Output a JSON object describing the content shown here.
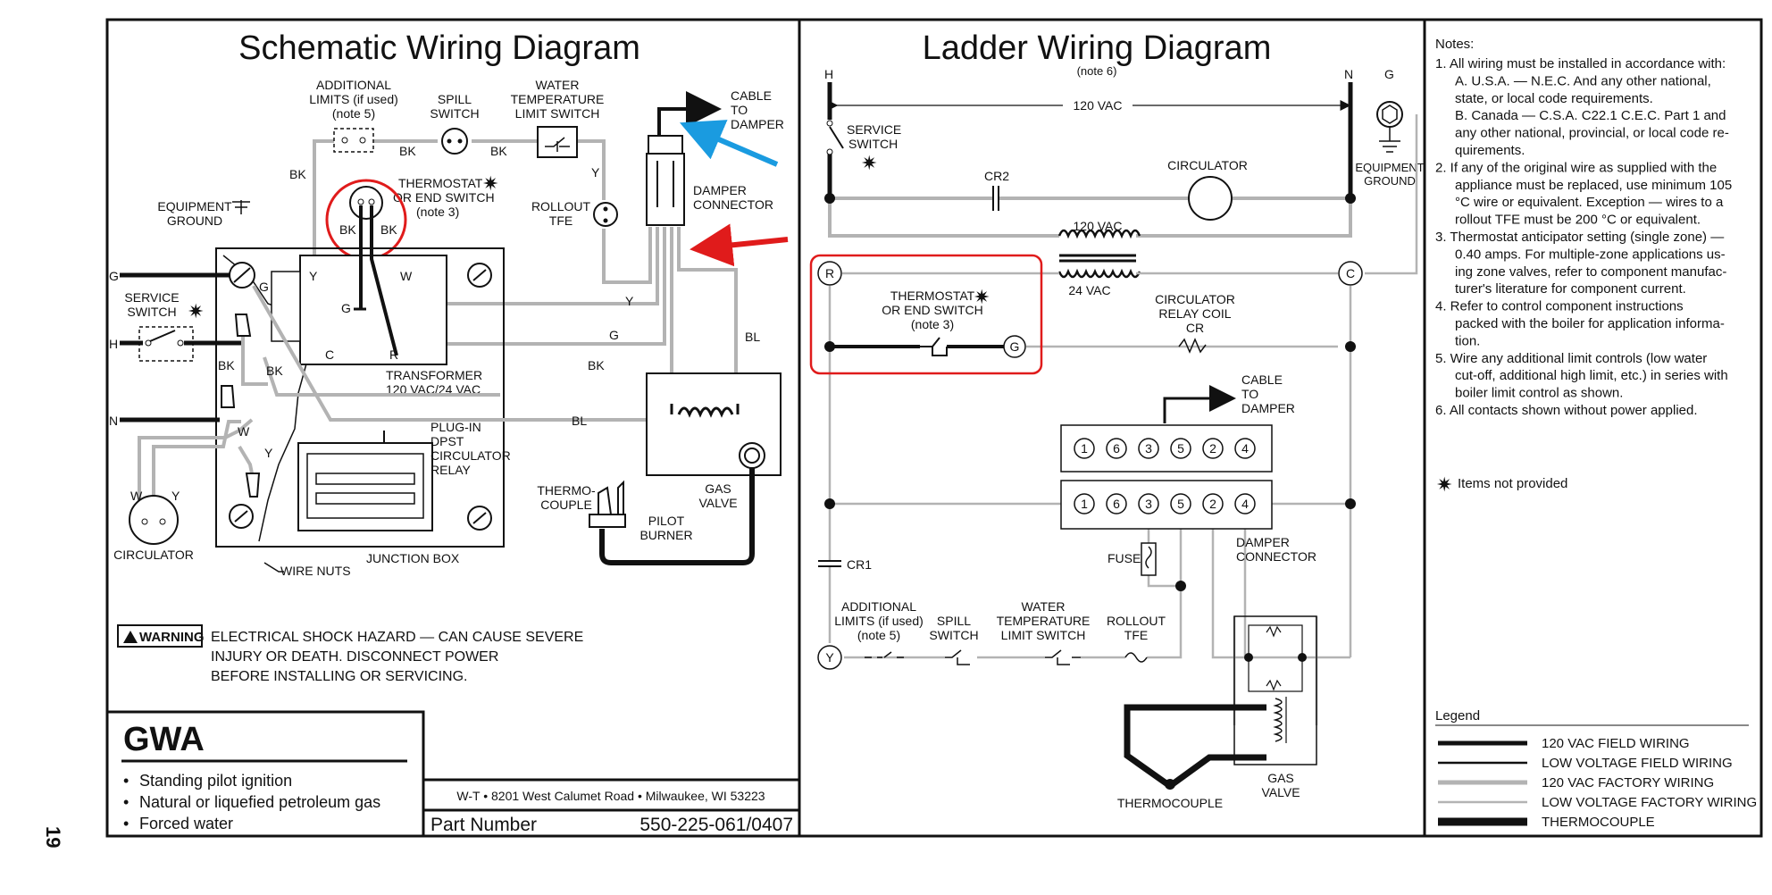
{
  "page_number": "19",
  "schematic": {
    "title": "Schematic Wiring Diagram",
    "additional_limits": [
      "ADDITIONAL",
      "LIMITS (if used)",
      "(note 5)"
    ],
    "spill_switch": [
      "SPILL",
      "SWITCH"
    ],
    "water_temp": [
      "WATER",
      "TEMPERATURE",
      "LIMIT SWITCH"
    ],
    "cable_to_damper": [
      "CABLE",
      "TO",
      "DAMPER"
    ],
    "thermostat": [
      "THERMOSTAT",
      "OR END SWITCH",
      "(note 3)"
    ],
    "rollout": [
      "ROLLOUT",
      "TFE"
    ],
    "damper_connector": [
      "DAMPER",
      "CONNECTOR"
    ],
    "equipment_ground": [
      "EQUIPMENT",
      "GROUND"
    ],
    "service_switch": [
      "SERVICE",
      "SWITCH"
    ],
    "transformer": [
      "TRANSFORMER",
      "120 VAC/24 VAC"
    ],
    "plug_in": [
      "PLUG-IN",
      "DPST",
      "CIRCULATOR",
      "RELAY"
    ],
    "thermocouple": [
      "THERMO-",
      "COUPLE"
    ],
    "gas_valve": [
      "GAS",
      "VALVE"
    ],
    "pilot_burner": [
      "PILOT",
      "BURNER"
    ],
    "circulator": "CIRCULATOR",
    "wire_nuts": "WIRE NUTS",
    "junction_box": "JUNCTION BOX",
    "wire_labels": {
      "bk": "BK",
      "y": "Y",
      "g": "G",
      "bl": "BL",
      "w": "W",
      "r": "R",
      "c": "C",
      "h": "H",
      "n": "N"
    },
    "warning_badge": "WARNING",
    "warning_text": [
      "ELECTRICAL SHOCK HAZARD — CAN CAUSE SEVERE",
      "INJURY OR DEATH.  DISCONNECT POWER",
      "BEFORE INSTALLING OR SERVICING."
    ]
  },
  "ladder": {
    "title": "Ladder Wiring Diagram",
    "note": "(note 6)",
    "h": "H",
    "n": "N",
    "g": "G",
    "vac120": "120 VAC",
    "service_switch": [
      "SERVICE",
      "SWITCH"
    ],
    "cr2": "CR2",
    "circulator": "CIRCULATOR",
    "equipment_ground": [
      "EQUIPMENT",
      "GROUND"
    ],
    "vac120_transformer": "120 VAC",
    "vac24": "24 VAC",
    "r": "R",
    "c": "C",
    "thermostat": [
      "THERMOSTAT",
      "OR END SWITCH",
      "(note 3)"
    ],
    "relay_coil": [
      "CIRCULATOR",
      "RELAY COIL",
      "CR"
    ],
    "cable_to_damper": [
      "CABLE",
      "TO",
      "DAMPER"
    ],
    "pins": [
      "1",
      "6",
      "3",
      "5",
      "2",
      "4"
    ],
    "cr1": "CR1",
    "fuse": "FUSE",
    "damper_connector": [
      "DAMPER",
      "CONNECTOR"
    ],
    "additional_limits": [
      "ADDITIONAL",
      "LIMITS (if used)",
      "(note 5)"
    ],
    "spill_switch": [
      "SPILL",
      "SWITCH"
    ],
    "water_temp": [
      "WATER",
      "TEMPERATURE",
      "LIMIT SWITCH"
    ],
    "rollout": [
      "ROLLOUT",
      "TFE"
    ],
    "y": "Y",
    "thermocouple": "THERMOCOUPLE",
    "gas_valve": [
      "GAS",
      "VALVE"
    ]
  },
  "notes": {
    "heading": "Notes:",
    "lines": [
      "1. All wiring must be installed in accordance with:",
      "A. U.S.A. — N.E.C. And any other national,",
      "state, or local code requirements.",
      "B. Canada — C.S.A. C22.1 C.E.C. Part 1 and",
      "any other national, provincial, or local code re-",
      "quirements.",
      "2. If any of the original wire as supplied with the",
      "appliance must be replaced, use minimum 105",
      "°C wire or equivalent. Exception — wires to a",
      "rollout TFE must be 200 °C or equivalent.",
      "3. Thermostat anticipator setting (single zone) —",
      "0.40 amps. For multiple-zone applications us-",
      "ing zone valves, refer to component manufac-",
      "turer's literature for component current.",
      "4. Refer to control component instructions",
      "packed with the boiler for application informa-",
      "tion.",
      "5. Wire any additional limit controls (low water",
      "cut-off, additional high limit, etc.) in series with",
      "boiler limit control as shown.",
      "6. All contacts shown without power applied."
    ],
    "not_provided": "Items not provided"
  },
  "legend": {
    "heading": "Legend",
    "items": [
      "120 VAC FIELD WIRING",
      "LOW VOLTAGE FIELD WIRING",
      "120 VAC FACTORY WIRING",
      "LOW VOLTAGE FACTORY WIRING",
      "THERMOCOUPLE"
    ]
  },
  "product": {
    "name": "GWA",
    "bullets": [
      "Standing pilot ignition",
      "Natural or liquefied petroleum gas",
      "Forced water"
    ],
    "address": "W-T • 8201 West Calumet Road • Milwaukee, WI 53223",
    "part_label": "Part Number",
    "part_number": "550-225-061/0407"
  },
  "colors": {
    "highlight": "#e01b1b",
    "arrow_blue": "#1a9be0",
    "factory_wire": "#b3b3b3",
    "field_wire": "#111111"
  }
}
